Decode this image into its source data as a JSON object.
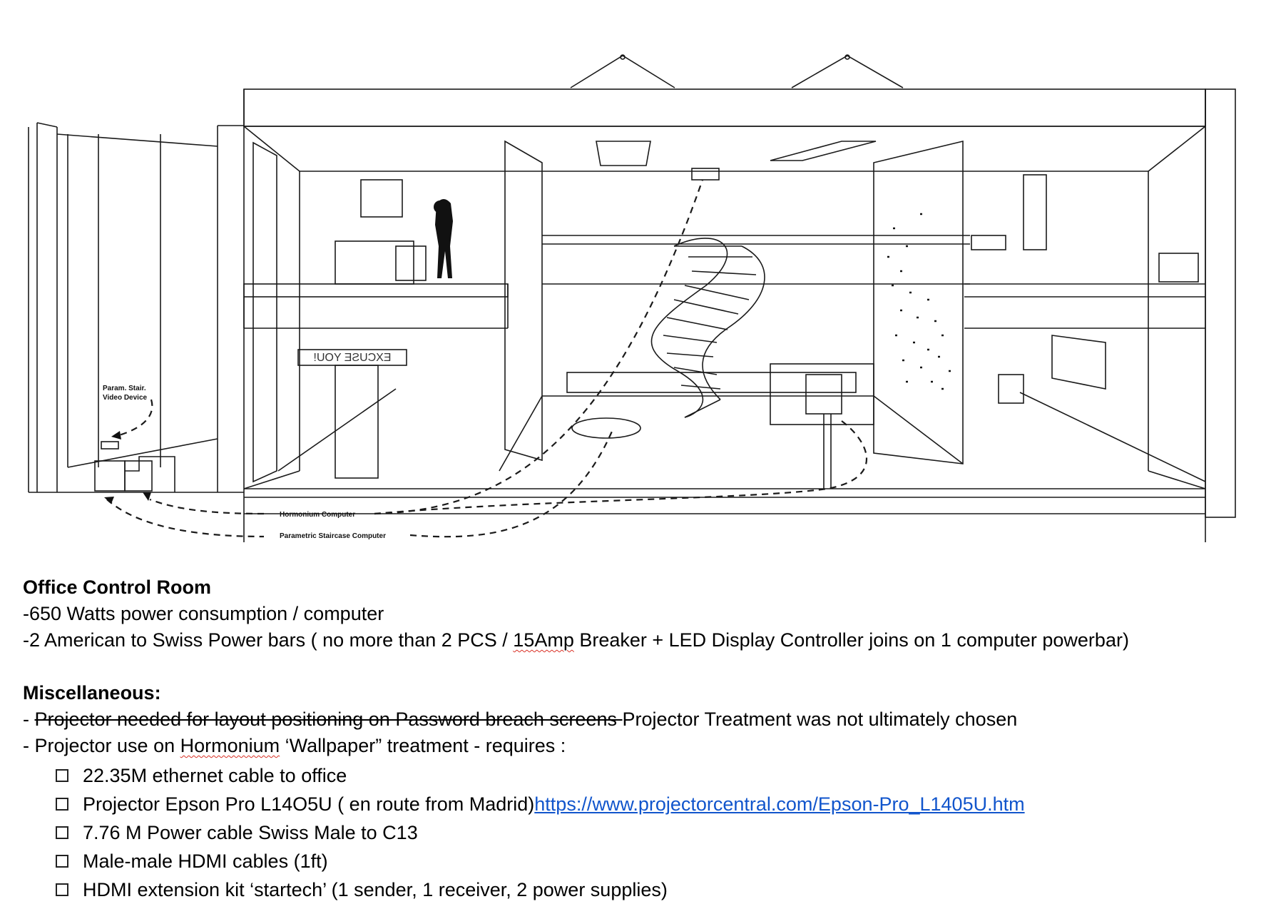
{
  "diagram": {
    "labels": {
      "video_device": [
        "Param. Stair.",
        "Video Device"
      ],
      "hormonium_computer": "Hormonium Computer",
      "parametric_staircase_computer": "Parametric Staircase Computer",
      "sign_text": "EXCUSE YOU!"
    }
  },
  "office_control_room": {
    "title": "Office Control Room",
    "lines": [
      "-650 Watts power consumption / computer"
    ],
    "power_bars": {
      "prefix": "-2 American to Swiss Power bars ( no more than 2 PCS / ",
      "flagged": "15Amp",
      "suffix": " Breaker + LED Display Controller joins on 1 computer powerbar)"
    }
  },
  "miscellaneous": {
    "title": "Miscellaneous:",
    "line1": {
      "prefix": "- ",
      "struck": "Projector needed for layout positioning on Password breach screens ",
      "rest": "Projector Treatment was not ultimately chosen"
    },
    "line2": {
      "prefix": "- Projector use on ",
      "flagged": "Hormonium",
      "suffix": " ‘Wallpaper” treatment  - requires :"
    },
    "checklist": [
      {
        "text": "22.35M ethernet cable to office",
        "link": ""
      },
      {
        "text": "Projector Epson Pro L14O5U ( en route from Madrid) ",
        "link": "https://www.projectorcentral.com/Epson-Pro_L1405U.htm"
      },
      {
        "text": "7.76 M Power cable Swiss Male to C13",
        "link": ""
      },
      {
        "text": "Male-male HDMI cables (1ft)",
        "link": ""
      },
      {
        "text": "HDMI extension kit ‘startech’  (1 sender, 1 receiver, 2 power supplies)",
        "link": ""
      }
    ]
  }
}
